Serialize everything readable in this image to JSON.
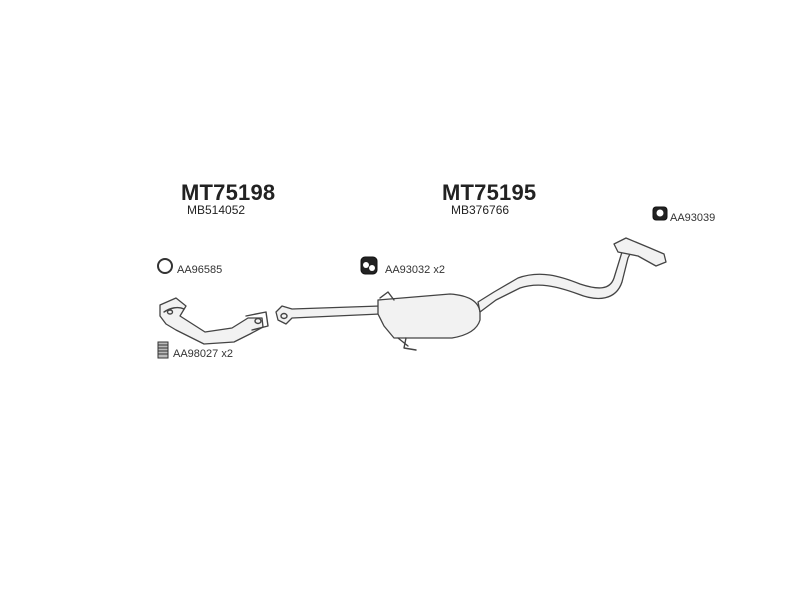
{
  "groups": [
    {
      "part_no": "MT75198",
      "oem_no": "MB514052"
    },
    {
      "part_no": "MT75195",
      "oem_no": "MB376766"
    }
  ],
  "components": {
    "gasket_ring": "AA96585",
    "spring_bolt": "AA98027 x2",
    "rubber_hanger_pair": "AA93032 x2",
    "rubber_hanger_rear": "AA93039"
  }
}
